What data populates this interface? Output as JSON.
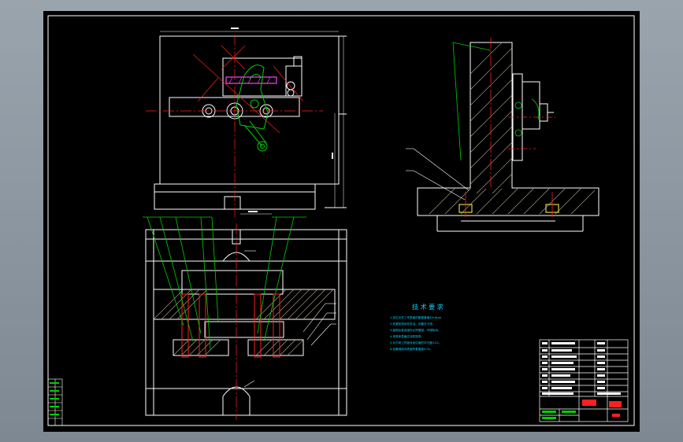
{
  "drawing": {
    "colors": {
      "background": "#000000",
      "outline": "#ffffff",
      "centerline": "#ff2020",
      "leader": "#00d000",
      "hatch": "#b8b090",
      "highlight": "#ff40ff",
      "note_text": "#00d8ff",
      "title_red": "#ff2020"
    },
    "technical_requirements": {
      "heading": "技 术 要 求",
      "lines": [
        "1.定位元件工作表面的粗糙度值为0.8μm",
        "2.夹紧机构动作灵活，可靠无卡滞。",
        "3.装配后各连接件必须紧固，不得松动。",
        "4.夹具体表面应涂防锈漆。",
        "5.对刀块工作面对定位面的平行度0.02。",
        "6.钻套轴线对底面的垂直度0.02。"
      ]
    }
  }
}
